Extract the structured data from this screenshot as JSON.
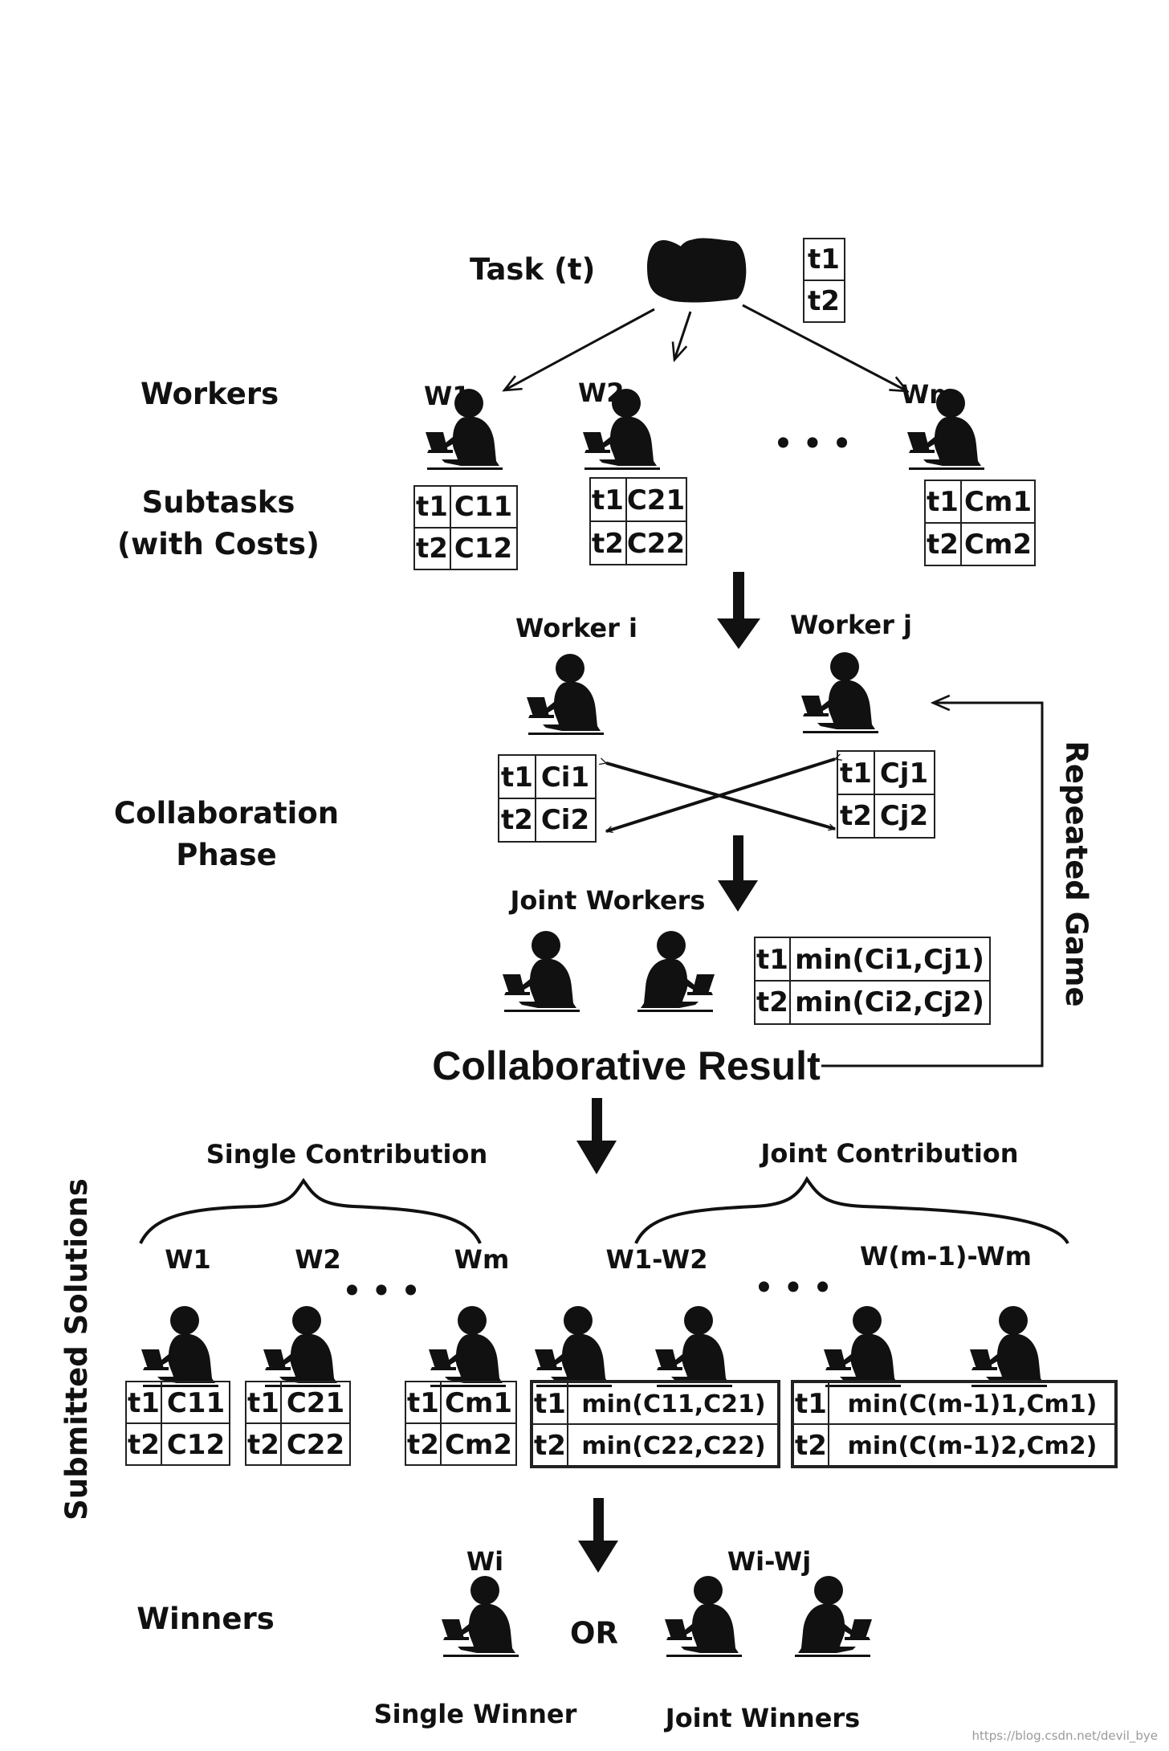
{
  "task": {
    "label": "Task (t)",
    "subtasks": [
      "t1",
      "t2"
    ]
  },
  "rows": {
    "workers": "Workers",
    "subtasks": [
      "Subtasks",
      "(with Costs)"
    ],
    "collaboration": [
      "Collaboration",
      "Phase"
    ],
    "winners": "Winners",
    "submitted": "Submitted Solutions"
  },
  "workers": [
    {
      "name": "W1",
      "costs": [
        "C11",
        "C12"
      ]
    },
    {
      "name": "W2",
      "costs": [
        "C21",
        "C22"
      ]
    },
    {
      "name": "Wm",
      "costs": [
        "Cm1",
        "Cm2"
      ]
    }
  ],
  "collab": {
    "worker_i": {
      "name": "Worker i",
      "costs": [
        "Ci1",
        "Ci2"
      ]
    },
    "worker_j": {
      "name": "Worker j",
      "costs": [
        "Cj1",
        "Cj2"
      ]
    },
    "joint_label": "Joint Workers",
    "joint_costs": [
      "min(Ci1,Cj1)",
      "min(Ci2,Cj2)"
    ],
    "result": "Collaborative Result",
    "repeated": "Repeated Game"
  },
  "submitted": {
    "single_label": "Single Contribution",
    "joint_label": "Joint Contribution",
    "single": [
      {
        "name": "W1",
        "costs": [
          "C11",
          "C12"
        ]
      },
      {
        "name": "W2",
        "costs": [
          "C21",
          "C22"
        ]
      },
      {
        "name": "Wm",
        "costs": [
          "Cm1",
          "Cm2"
        ]
      }
    ],
    "joint": [
      {
        "name": "W1-W2",
        "costs": [
          "min(C11,C21)",
          "min(C22,C22)"
        ]
      },
      {
        "name": "W(m-1)-Wm",
        "costs": [
          "min(C(m-1)1,Cm1)",
          "min(C(m-1)2,Cm2)"
        ]
      }
    ]
  },
  "winners": {
    "single_name": "Wi",
    "joint_name": "Wi-Wj",
    "or": "OR",
    "single_caption": "Single Winner",
    "joint_caption": "Joint Winners"
  },
  "ellipsis": "• • •",
  "watermark": "https://blog.csdn.net/devil_bye"
}
